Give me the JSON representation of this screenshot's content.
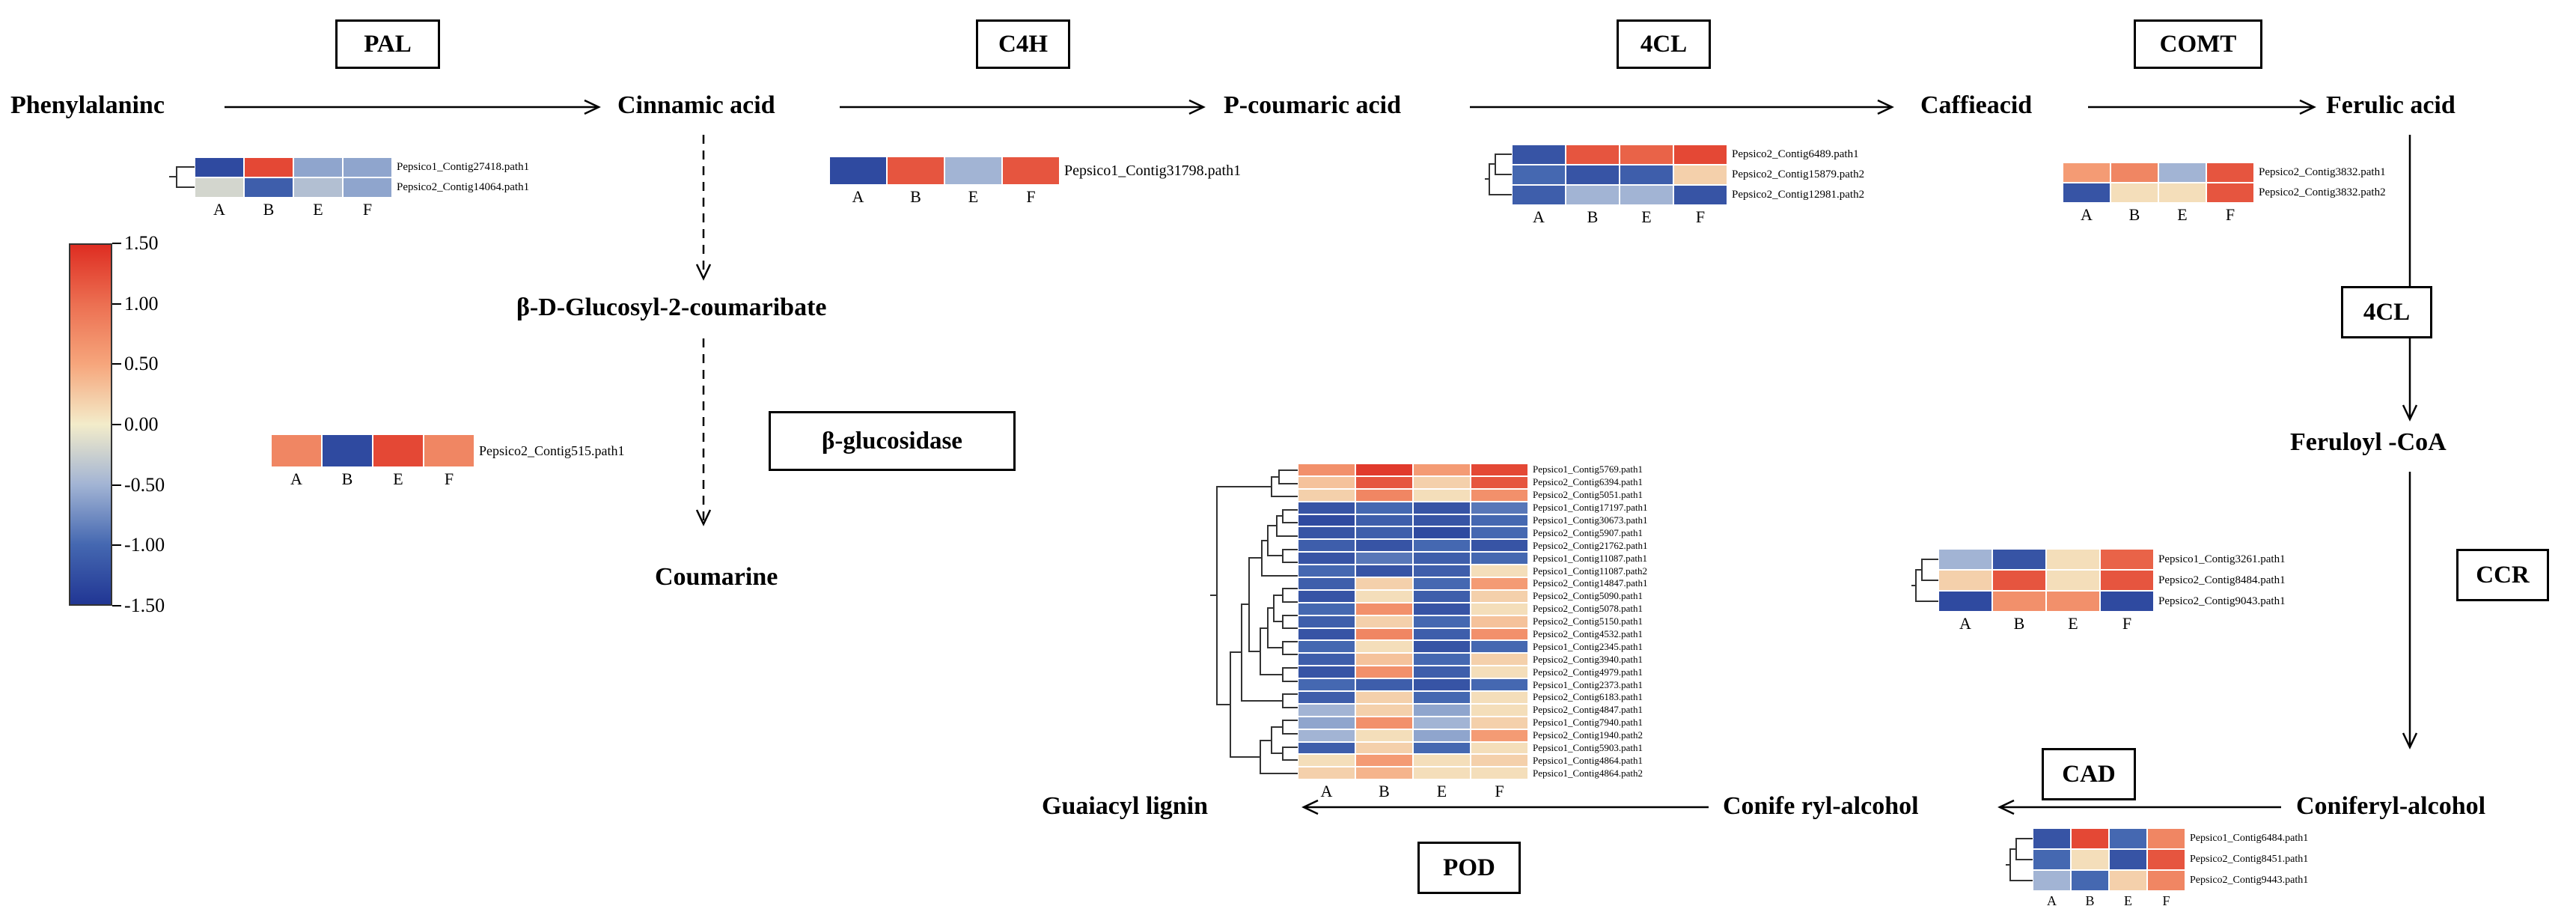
{
  "pathway": {
    "compounds": {
      "phenylalanine": "Phenylalaninc",
      "cinnamic_acid": "Cinnamic acid",
      "p_coumaric_acid": "P-coumaric acid",
      "caffeic_acid": "Caffieacid",
      "ferulic_acid": "Ferulic acid",
      "glucosyl_coumarate": "β-D-Glucosyl-2-coumaribate",
      "coumarine": "Coumarine",
      "feruloyl_coa": "Feruloyl -CoA",
      "coniferyl_alcohol": "Coniferyl-alcohol",
      "conife_ryl_alcohol": "Conife ryl-alcohol",
      "guaiacyl_lignin": "Guaiacyl lignin"
    },
    "enzymes": {
      "pal": "PAL",
      "c4h": "C4H",
      "fourcl": "4CL",
      "comt": "COMT",
      "beta_glucosidase": "β-glucosidase",
      "fourcl2": "4CL",
      "ccr": "CCR",
      "cad": "CAD",
      "pod": "POD"
    }
  },
  "legend": {
    "ticks": [
      "1.50",
      "1.00",
      "0.50",
      "0.00",
      "-0.50",
      "-1.00",
      "-1.50"
    ],
    "max": 1.5,
    "min": -1.5
  },
  "colorscale": {
    "stops": [
      {
        "v": 1.5,
        "rgb": [
          222,
          45,
          34
        ]
      },
      {
        "v": 1.0,
        "rgb": [
          236,
          112,
          82
        ]
      },
      {
        "v": 0.5,
        "rgb": [
          246,
          166,
          124
        ]
      },
      {
        "v": 0.0,
        "rgb": [
          243,
          236,
          202
        ]
      },
      {
        "v": -0.5,
        "rgb": [
          162,
          180,
          212
        ]
      },
      {
        "v": -1.0,
        "rgb": [
          69,
          104,
          177
        ]
      },
      {
        "v": -1.5,
        "rgb": [
          33,
          54,
          148
        ]
      }
    ]
  },
  "heatmaps": {
    "pal": {
      "columns": [
        "A",
        "B",
        "E",
        "F"
      ],
      "rows": [
        {
          "label": "Pepsico1_Contig27418.path1",
          "values": [
            -1.3,
            1.3,
            -0.6,
            -0.6
          ]
        },
        {
          "label": "Pepsico2_Contig14064.path1",
          "values": [
            -0.2,
            -1.1,
            -0.4,
            -0.6
          ]
        }
      ]
    },
    "c4h": {
      "columns": [
        "A",
        "B",
        "E",
        "F"
      ],
      "rows": [
        {
          "label": "Pepsico1_Contig31798.path1",
          "values": [
            -1.3,
            1.2,
            -0.5,
            1.2
          ]
        }
      ]
    },
    "fourcl": {
      "columns": [
        "A",
        "B",
        "E",
        "F"
      ],
      "rows": [
        {
          "label": "Pepsico2_Contig6489.path1",
          "values": [
            -1.2,
            1.2,
            1.1,
            1.3
          ]
        },
        {
          "label": "Pepsico2_Contig15879.path2",
          "values": [
            -1.0,
            -1.2,
            -1.1,
            0.2
          ]
        },
        {
          "label": "Pepsico2_Contig12981.path2",
          "values": [
            -1.1,
            -0.5,
            -0.5,
            -1.2
          ]
        }
      ]
    },
    "comt": {
      "columns": [
        "A",
        "B",
        "E",
        "F"
      ],
      "rows": [
        {
          "label": "Pepsico2_Contig3832.path1",
          "values": [
            0.6,
            0.8,
            -0.5,
            1.2
          ]
        },
        {
          "label": "Pepsico2_Contig3832.path2",
          "values": [
            -1.2,
            0.1,
            0.1,
            1.2
          ]
        }
      ]
    },
    "glucosidase": {
      "columns": [
        "A",
        "B",
        "E",
        "F"
      ],
      "rows": [
        {
          "label": "Pepsico2_Contig515.path1",
          "values": [
            0.8,
            -1.3,
            1.3,
            0.8
          ]
        }
      ]
    },
    "ccr": {
      "columns": [
        "A",
        "B",
        "E",
        "F"
      ],
      "rows": [
        {
          "label": "Pepsico1_Contig3261.path1",
          "values": [
            -0.5,
            -1.2,
            0.1,
            1.1
          ]
        },
        {
          "label": "Pepsico2_Contig8484.path1",
          "values": [
            0.2,
            1.2,
            0.1,
            1.2
          ]
        },
        {
          "label": "Pepsico2_Contig9043.path1",
          "values": [
            -1.3,
            0.7,
            0.7,
            -1.3
          ]
        }
      ]
    },
    "cad": {
      "columns": [
        "A",
        "B",
        "E",
        "F"
      ],
      "rows": [
        {
          "label": "Pepsico1_Contig6484.path1",
          "values": [
            -1.2,
            1.3,
            -1.0,
            0.8
          ]
        },
        {
          "label": "Pepsico2_Contig8451.path1",
          "values": [
            -1.0,
            0.1,
            -1.2,
            1.2
          ]
        },
        {
          "label": "Pepsico2_Contig9443.path1",
          "values": [
            -0.5,
            -1.0,
            0.2,
            0.8
          ]
        }
      ]
    },
    "pod": {
      "columns": [
        "A",
        "B",
        "E",
        "F"
      ],
      "rows": [
        {
          "label": "Pepsico1_Contig5769.path1",
          "values": [
            0.7,
            1.4,
            0.6,
            1.3
          ]
        },
        {
          "label": "Pepsico2_Contig6394.path1",
          "values": [
            0.3,
            1.2,
            0.2,
            1.2
          ]
        },
        {
          "label": "Pepsico2_Contig5051.path1",
          "values": [
            0.2,
            0.8,
            0.1,
            0.7
          ]
        },
        {
          "label": "Pepsico1_Contig17197.path1",
          "values": [
            -1.2,
            -1.0,
            -1.2,
            -0.9
          ]
        },
        {
          "label": "Pepsico1_Contig30673.path1",
          "values": [
            -1.3,
            -1.1,
            -1.2,
            -1.0
          ]
        },
        {
          "label": "Pepsico2_Contig5907.path1",
          "values": [
            -1.2,
            -1.1,
            -1.3,
            -1.0
          ]
        },
        {
          "label": "Pepsico2_Contig21762.path1",
          "values": [
            -1.1,
            -1.2,
            -1.0,
            -1.2
          ]
        },
        {
          "label": "Pepsico1_Contig11087.path1",
          "values": [
            -1.2,
            -0.9,
            -1.1,
            -1.0
          ]
        },
        {
          "label": "Pepsico1_Contig11087.path2",
          "values": [
            -1.0,
            -1.2,
            -1.1,
            0.1
          ]
        },
        {
          "label": "Pepsico2_Contig14847.path1",
          "values": [
            -1.1,
            0.2,
            -1.0,
            0.6
          ]
        },
        {
          "label": "Pepsico2_Contig5090.path1",
          "values": [
            -1.2,
            0.1,
            -1.1,
            0.2
          ]
        },
        {
          "label": "Pepsico2_Contig5078.path1",
          "values": [
            -1.0,
            0.7,
            -1.2,
            0.1
          ]
        },
        {
          "label": "Pepsico2_Contig5150.path1",
          "values": [
            -1.1,
            0.2,
            -1.0,
            0.3
          ]
        },
        {
          "label": "Pepsico2_Contig4532.path1",
          "values": [
            -1.2,
            0.8,
            -1.1,
            0.7
          ]
        },
        {
          "label": "Pepsico1_Contig2345.path1",
          "values": [
            -1.0,
            0.1,
            -1.2,
            -1.0
          ]
        },
        {
          "label": "Pepsico2_Contig3940.path1",
          "values": [
            -1.1,
            0.3,
            -1.0,
            0.2
          ]
        },
        {
          "label": "Pepsico2_Contig4979.path1",
          "values": [
            -1.2,
            0.7,
            -1.1,
            0.1
          ]
        },
        {
          "label": "Pepsico1_Contig2373.path1",
          "values": [
            -1.0,
            -1.1,
            -1.2,
            -1.0
          ]
        },
        {
          "label": "Pepsico2_Contig6183.path1",
          "values": [
            -1.1,
            0.2,
            -1.0,
            0.1
          ]
        },
        {
          "label": "Pepsico2_Contig4847.path1",
          "values": [
            -0.5,
            0.2,
            -0.6,
            0.1
          ]
        },
        {
          "label": "Pepsico1_Contig7940.path1",
          "values": [
            -0.6,
            0.7,
            -0.5,
            0.2
          ]
        },
        {
          "label": "Pepsico2_Contig1940.path2",
          "values": [
            -0.5,
            0.1,
            -0.6,
            0.6
          ]
        },
        {
          "label": "Pepsico1_Contig5903.path1",
          "values": [
            -1.1,
            0.2,
            -1.0,
            0.1
          ]
        },
        {
          "label": "Pepsico1_Contig4864.path1",
          "values": [
            0.1,
            0.6,
            0.1,
            0.2
          ]
        },
        {
          "label": "Pepsico1_Contig4864.path2",
          "values": [
            0.2,
            0.4,
            0.1,
            0.1
          ]
        }
      ]
    }
  }
}
